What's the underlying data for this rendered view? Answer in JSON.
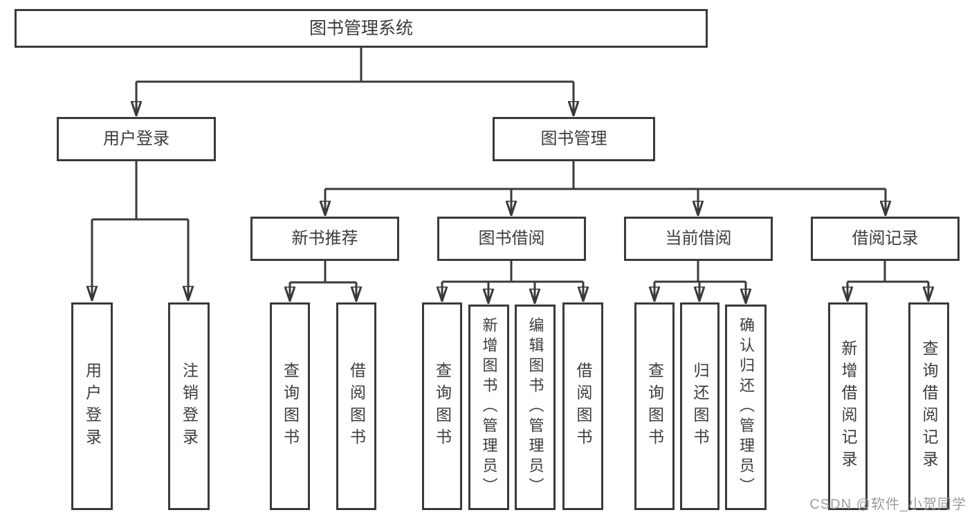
{
  "diagram": {
    "title": "图书管理系统",
    "level2": [
      {
        "label": "用户登录"
      },
      {
        "label": "图书管理"
      }
    ],
    "level3": [
      {
        "label": "新书推荐"
      },
      {
        "label": "图书借阅"
      },
      {
        "label": "当前借阅"
      },
      {
        "label": "借阅记录"
      }
    ],
    "leaves": {
      "user_login": [
        "用户登录",
        "注销登录"
      ],
      "new_book": [
        "查询图书",
        "借阅图书"
      ],
      "book_borrow": [
        "查询图书",
        "新增图书（管理员）",
        "编辑图书（管理员）",
        "借阅图书"
      ],
      "current_borrow": [
        "查询图书",
        "归还图书",
        "确认归还（管理员）"
      ],
      "borrow_record": [
        "新增借阅记录",
        "查询借阅记录"
      ]
    }
  },
  "watermark": "CSDN @软件_小贺同学",
  "colors": {
    "line": "#3a3a3a",
    "text": "#3c3c3c",
    "watermark": "#9d9d9d",
    "background": "#ffffff"
  }
}
